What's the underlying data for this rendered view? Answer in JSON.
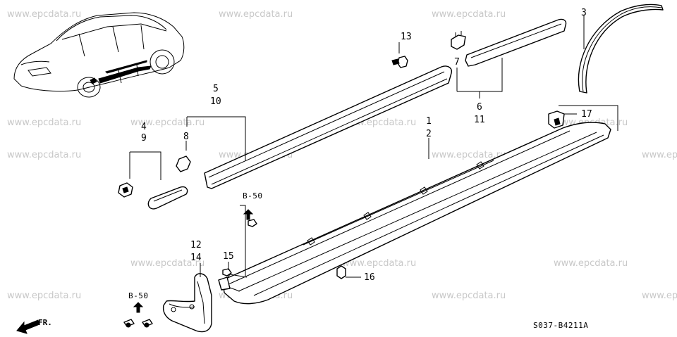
{
  "watermark": "www.epcdata.ru",
  "diagram_code": "S037-B4211A",
  "direction_label": "FR.",
  "ref_label": "B-50",
  "callouts": {
    "c1": "1",
    "c2": "2",
    "c3": "3",
    "c4": "4",
    "c5": "5",
    "c6": "6",
    "c7": "7",
    "c8": "8",
    "c9": "9",
    "c10": "10",
    "c11": "11",
    "c12": "12",
    "c13": "13",
    "c14": "14",
    "c15": "15",
    "c16": "16",
    "c17": "17"
  }
}
